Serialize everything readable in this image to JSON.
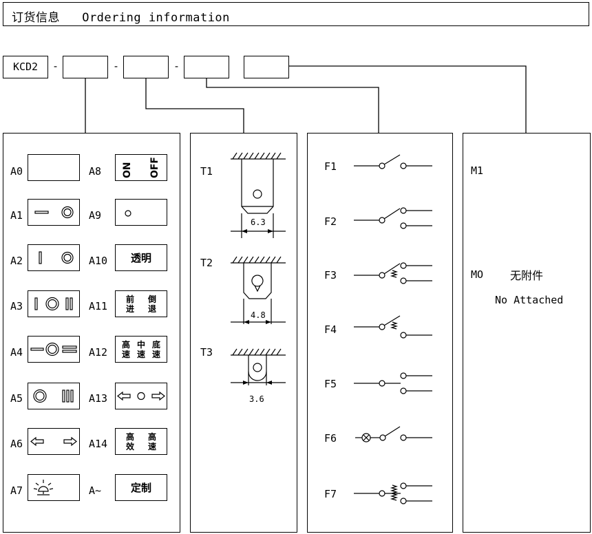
{
  "header": {
    "title": "订货信息   Ordering information"
  },
  "code": {
    "prefix": "KCD2",
    "sep": "-"
  },
  "panel_a": {
    "items": [
      {
        "label": "A0"
      },
      {
        "label": "A1"
      },
      {
        "label": "A2"
      },
      {
        "label": "A3"
      },
      {
        "label": "A4"
      },
      {
        "label": "A5"
      },
      {
        "label": "A6"
      },
      {
        "label": "A7"
      },
      {
        "label": "A8",
        "on": "ON",
        "off": "OFF"
      },
      {
        "label": "A9"
      },
      {
        "label": "A10",
        "text": "透明"
      },
      {
        "label": "A11",
        "chars": [
          "前",
          "倒",
          "进",
          "退"
        ]
      },
      {
        "label": "A12",
        "chars": [
          "高",
          "中",
          "底",
          "速",
          "速",
          "速"
        ]
      },
      {
        "label": "A13"
      },
      {
        "label": "A14",
        "chars": [
          "高",
          "高",
          "效",
          "速"
        ]
      },
      {
        "label": "A~",
        "text": "定制"
      }
    ]
  },
  "panel_t": {
    "items": [
      {
        "label": "T1",
        "dim": "6.3"
      },
      {
        "label": "T2",
        "dim": "4.8"
      },
      {
        "label": "T3",
        "dim": "3.6"
      }
    ]
  },
  "panel_f": {
    "items": [
      {
        "label": "F1"
      },
      {
        "label": "F2"
      },
      {
        "label": "F3"
      },
      {
        "label": "F4"
      },
      {
        "label": "F5"
      },
      {
        "label": "F6"
      },
      {
        "label": "F7"
      }
    ]
  },
  "panel_m": {
    "items": [
      {
        "label": "M1"
      },
      {
        "label": "MO",
        "desc_cn": "无附件",
        "desc_en": "No Attached"
      }
    ]
  }
}
